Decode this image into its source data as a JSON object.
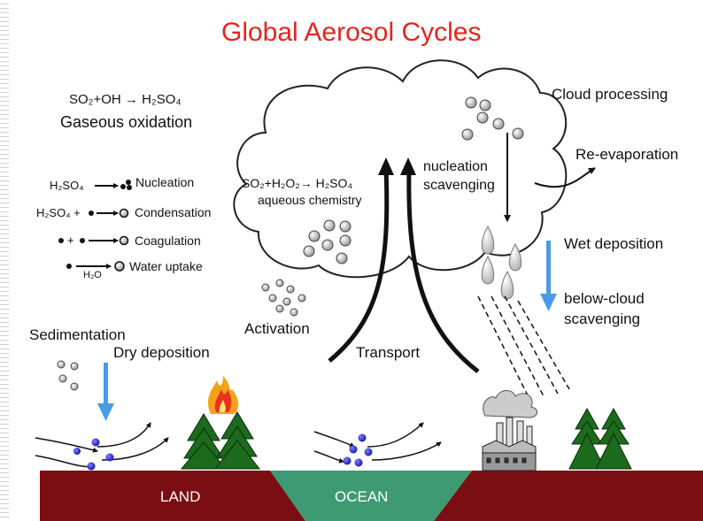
{
  "title": "Global Aerosol Cycles",
  "oxidation": {
    "equation": "SO₂+OH → H₂SO₄",
    "label": "Gaseous oxidation"
  },
  "processes": {
    "nucleation": {
      "lhs": "H₂SO₄",
      "label": "Nucleation"
    },
    "condensation": {
      "lhs": "H₂SO₄ +",
      "label": "Condensation"
    },
    "coagulation": {
      "label": "Coagulation"
    },
    "water_uptake": {
      "label": "Water uptake",
      "arrow_label": "H₂O"
    }
  },
  "cloud": {
    "equation": "SO₂+H₂O₂→ H₂SO₄",
    "aqueous": "aqueous chemistry",
    "nucleation_line1": "nucleation",
    "nucleation_line2": "scavenging",
    "cloud_processing": "Cloud processing",
    "re_evaporation": "Re-evaporation",
    "wet_deposition": "Wet deposition",
    "below_cloud_line1": "below-cloud",
    "below_cloud_line2": "scavenging"
  },
  "surface": {
    "sedimentation": "Sedimentation",
    "dry_deposition": "Dry deposition",
    "activation": "Activation",
    "transport": "Transport",
    "land": "LAND",
    "ocean": "OCEAN"
  },
  "colors": {
    "title": "#e8231c",
    "ground": "#7b0e12",
    "ocean": "#3d9a73",
    "tree": "#1c6b1c",
    "blue_arrow": "#4a9be6",
    "particle": "#2222cc"
  }
}
